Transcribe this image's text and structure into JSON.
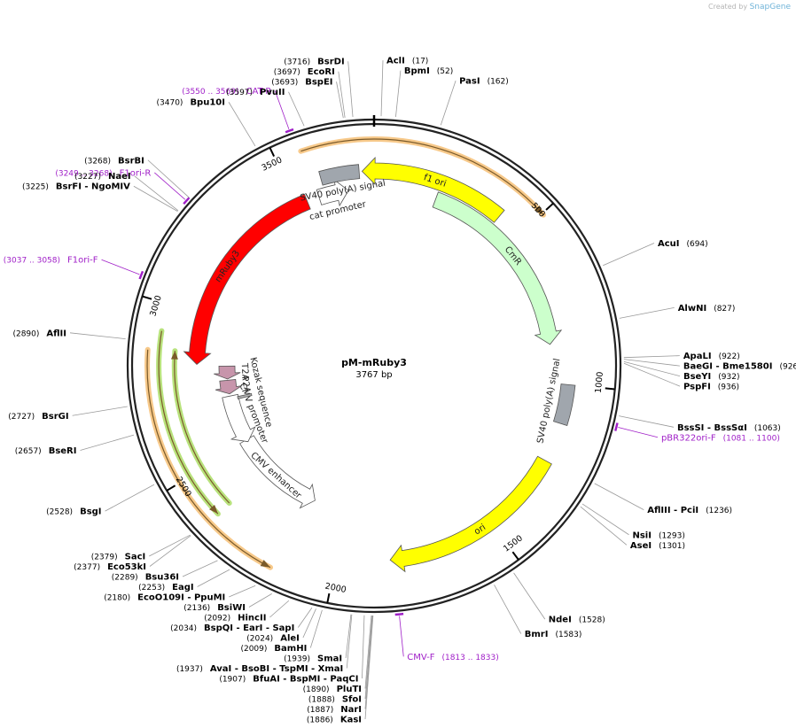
{
  "credit": {
    "prefix": "Created by",
    "brand": "SnapGene"
  },
  "plasmid": {
    "name": "pM-mRuby3",
    "length_label": "3767 bp",
    "length": 3767
  },
  "ticks": [
    {
      "pos": 500,
      "label": "500"
    },
    {
      "pos": 1000,
      "label": "1000"
    },
    {
      "pos": 1500,
      "label": "1500"
    },
    {
      "pos": 2000,
      "label": "2000"
    },
    {
      "pos": 2500,
      "label": "2500"
    },
    {
      "pos": 3000,
      "label": "3000"
    },
    {
      "pos": 3500,
      "label": "3500"
    }
  ],
  "features": [
    {
      "name": "CmR",
      "start": 212,
      "end": 869,
      "dir": 1,
      "color": "#ccffcc",
      "kind": "arrow",
      "track": 2,
      "label_inside": true
    },
    {
      "name": "cat promoter",
      "start": 3578,
      "end": 3680,
      "dir": 1,
      "color": "#ffffff",
      "kind": "arrow",
      "track": 2,
      "label_inside": false
    },
    {
      "name": "SV40 poly(A) signal",
      "start": 1000,
      "end": 1122,
      "dir": 0,
      "color": "#a0a6ad",
      "kind": "box",
      "track": 1,
      "label_inside": false
    },
    {
      "name": "ori",
      "start": 1245,
      "end": 1834,
      "dir": 1,
      "color": "#ffff00",
      "kind": "arrow",
      "track": 1,
      "label_inside": true
    },
    {
      "name": "CMV enhancer",
      "start": 2131,
      "end": 2510,
      "dir": -1,
      "color": "#ffffff",
      "kind": "arrow",
      "track": 3,
      "label_inside": true
    },
    {
      "name": "CMV promoter",
      "start": 2500,
      "end": 2701,
      "dir": -1,
      "color": "#ffffff",
      "kind": "arrow",
      "track": 3,
      "label_inside": false
    },
    {
      "name": "P2A",
      "start": 2710,
      "end": 2766,
      "dir": -1,
      "color": "#c795ab",
      "kind": "arrow",
      "track": 3,
      "label_inside": false
    },
    {
      "name": "T2A",
      "start": 2771,
      "end": 2824,
      "dir": -1,
      "color": "#c795ab",
      "kind": "arrow",
      "track": 3,
      "label_inside": false
    },
    {
      "name": "Kozak sequence",
      "start": 2682,
      "end": 2692,
      "dir": 0,
      "color": "#b0b0b0",
      "kind": "box",
      "track": 4,
      "label_inside": false
    },
    {
      "name": "mRuby3",
      "start": 2830,
      "end": 3536,
      "dir": -1,
      "color": "#ff0000",
      "kind": "arrow",
      "track": 2,
      "label_inside": true
    },
    {
      "name": "SV40 poly(A) signal",
      "start": 3601,
      "end": 3721,
      "dir": 0,
      "color": "#a0a6ad",
      "kind": "box",
      "track": 1,
      "label_inside": false
    },
    {
      "name": "f1 ori",
      "start": 3730,
      "end": 4185,
      "dir": -1,
      "color": "#ffff00",
      "kind": "arrow",
      "track": 1,
      "label_inside": true
    }
  ],
  "orf_arcs": [
    {
      "start": 3570,
      "end": 4272,
      "dir": 1,
      "color": "#f7c98a",
      "track": 0
    },
    {
      "start": 2168,
      "end": 2868,
      "dir": -1,
      "color": "#f7c98a",
      "track": 0
    },
    {
      "start": 2370,
      "end": 2923,
      "dir": -1,
      "color": "#b8e27c",
      "track": 0.6
    },
    {
      "start": 2370,
      "end": 2870,
      "dir": 1,
      "color": "#b8e27c",
      "track": 1.4
    }
  ],
  "primers": [
    {
      "name": "CAT-R",
      "range": "(3550 .. 3569)",
      "pos": 3560
    },
    {
      "name": "F1ori-R",
      "range": "(3249 .. 3268)",
      "pos": 3258
    },
    {
      "name": "F1ori-F",
      "range": "(3037 .. 3058)",
      "pos": 3048
    },
    {
      "name": "pBR322ori-F",
      "range": "(1081 .. 1100)",
      "pos": 1090
    },
    {
      "name": "CMV-F",
      "range": "(1813 .. 1833)",
      "pos": 1823
    }
  ],
  "enzymes": [
    {
      "names": [
        "BsrDI"
      ],
      "pos_label": "(3716)",
      "pos": 3716
    },
    {
      "names": [
        "EcoRI"
      ],
      "pos_label": "(3697)",
      "pos": 3697
    },
    {
      "names": [
        "BspEI"
      ],
      "pos_label": "(3693)",
      "pos": 3693
    },
    {
      "names": [
        "PvuII"
      ],
      "pos_label": "(3597)",
      "pos": 3597
    },
    {
      "names": [
        "Bpu10I"
      ],
      "pos_label": "(3470)",
      "pos": 3470
    },
    {
      "names": [
        "AclI"
      ],
      "pos_label": "(17)",
      "pos": 17
    },
    {
      "names": [
        "BpmI"
      ],
      "pos_label": "(52)",
      "pos": 52
    },
    {
      "names": [
        "PasI"
      ],
      "pos_label": "(162)",
      "pos": 162
    },
    {
      "names": [
        "BsrBI"
      ],
      "pos_label": "(3268)",
      "pos": 3268
    },
    {
      "names": [
        "NaeI"
      ],
      "pos_label": "(3227)",
      "pos": 3227
    },
    {
      "names": [
        "BsrFI",
        "NgoMIV"
      ],
      "pos_label": "(3225)",
      "pos": 3225
    },
    {
      "names": [
        "AcuI"
      ],
      "pos_label": "(694)",
      "pos": 694
    },
    {
      "names": [
        "AlwNI"
      ],
      "pos_label": "(827)",
      "pos": 827
    },
    {
      "names": [
        "ApaLI"
      ],
      "pos_label": "(922)",
      "pos": 922
    },
    {
      "names": [
        "BaeGI",
        "Bme1580I"
      ],
      "pos_label": "(926)",
      "pos": 926
    },
    {
      "names": [
        "BseYI"
      ],
      "pos_label": "(932)",
      "pos": 932
    },
    {
      "names": [
        "PspFI"
      ],
      "pos_label": "(936)",
      "pos": 936
    },
    {
      "names": [
        "BssSI",
        "BssSαI"
      ],
      "pos_label": "(1063)",
      "pos": 1063
    },
    {
      "names": [
        "AflII"
      ],
      "pos_label": "(2890)",
      "pos": 2890
    },
    {
      "names": [
        "BsrGI"
      ],
      "pos_label": "(2727)",
      "pos": 2727
    },
    {
      "names": [
        "BseRI"
      ],
      "pos_label": "(2657)",
      "pos": 2657
    },
    {
      "names": [
        "AflIII",
        "PciI"
      ],
      "pos_label": "(1236)",
      "pos": 1236
    },
    {
      "names": [
        "NsiI"
      ],
      "pos_label": "(1293)",
      "pos": 1293
    },
    {
      "names": [
        "AseI"
      ],
      "pos_label": "(1301)",
      "pos": 1301
    },
    {
      "names": [
        "BsgI"
      ],
      "pos_label": "(2528)",
      "pos": 2528
    },
    {
      "names": [
        "NdeI"
      ],
      "pos_label": "(1528)",
      "pos": 1528
    },
    {
      "names": [
        "BmrI"
      ],
      "pos_label": "(1583)",
      "pos": 1583
    },
    {
      "names": [
        "SacI"
      ],
      "pos_label": "(2379)",
      "pos": 2379
    },
    {
      "names": [
        "Eco53kI"
      ],
      "pos_label": "(2377)",
      "pos": 2377
    },
    {
      "names": [
        "Bsu36I"
      ],
      "pos_label": "(2289)",
      "pos": 2289
    },
    {
      "names": [
        "EagI"
      ],
      "pos_label": "(2253)",
      "pos": 2253
    },
    {
      "names": [
        "EcoO109I",
        "PpuMI"
      ],
      "pos_label": "(2180)",
      "pos": 2180
    },
    {
      "names": [
        "BsiWI"
      ],
      "pos_label": "(2136)",
      "pos": 2136
    },
    {
      "names": [
        "HincII"
      ],
      "pos_label": "(2092)",
      "pos": 2092
    },
    {
      "names": [
        "BspQI",
        "EarI",
        "SapI"
      ],
      "pos_label": "(2034)",
      "pos": 2034
    },
    {
      "names": [
        "AleI"
      ],
      "pos_label": "(2024)",
      "pos": 2024
    },
    {
      "names": [
        "BamHI"
      ],
      "pos_label": "(2009)",
      "pos": 2009
    },
    {
      "names": [
        "SmaI"
      ],
      "pos_label": "(1939)",
      "pos": 1939
    },
    {
      "names": [
        "AvaI",
        "BsoBI",
        "TspMI",
        "XmaI"
      ],
      "pos_label": "(1937)",
      "pos": 1937
    },
    {
      "names": [
        "BfuAI",
        "BspMI",
        "PaqCI"
      ],
      "pos_label": "(1907)",
      "pos": 1907
    },
    {
      "names": [
        "PluTI"
      ],
      "pos_label": "(1890)",
      "pos": 1890
    },
    {
      "names": [
        "SfoI"
      ],
      "pos_label": "(1888)",
      "pos": 1888
    },
    {
      "names": [
        "KasI"
      ],
      "pos_label": "(1886)",
      "pos": 1886
    },
    {
      "names": [
        "NarI"
      ],
      "pos_label": "(1887)",
      "pos": 1887
    }
  ]
}
